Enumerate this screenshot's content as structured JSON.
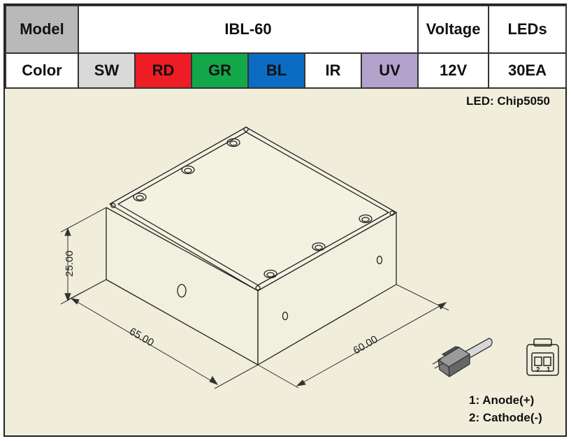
{
  "spec_table": {
    "model_label": "Model",
    "model_value": "IBL-60",
    "voltage_label": "Voltage",
    "leds_label": "LEDs",
    "color_label": "Color",
    "colors": [
      {
        "code": "SW",
        "bg": "#d9d9d9",
        "fg": "#111111"
      },
      {
        "code": "RD",
        "bg": "#ee1c24",
        "fg": "#ffffff"
      },
      {
        "code": "GR",
        "bg": "#12a84a",
        "fg": "#ffffff"
      },
      {
        "code": "BL",
        "bg": "#0b6cc4",
        "fg": "#ffffff"
      },
      {
        "code": "IR",
        "bg": "#ffffff",
        "fg": "#e61e25"
      },
      {
        "code": "UV",
        "bg": "#b3a2cc",
        "fg": "#ffffff"
      }
    ],
    "voltage_value": "12V",
    "leds_value": "30EA"
  },
  "drawing": {
    "led_type": "LED: Chip5050",
    "dimensions": {
      "height": "25.00",
      "length": "65.00",
      "width": "60.00"
    },
    "connector": {
      "pin_1": "1",
      "pin_2": "2",
      "legend_1": "1: Anode(+)",
      "legend_2": "2: Cathode(-)"
    }
  }
}
